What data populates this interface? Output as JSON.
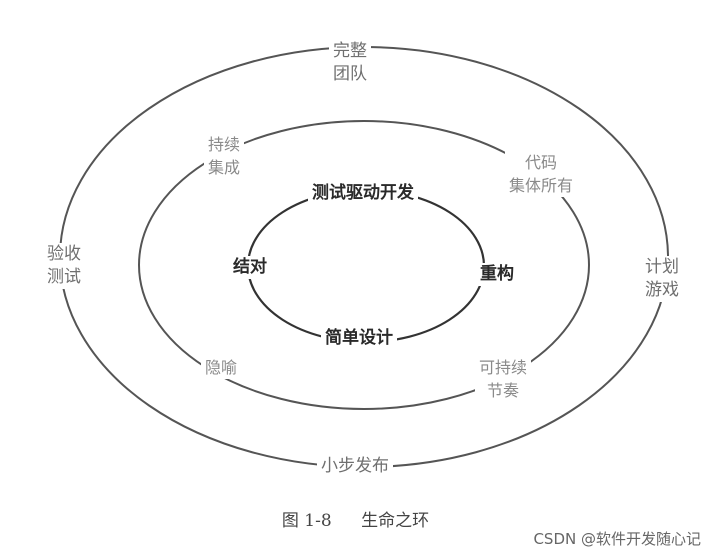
{
  "diagram": {
    "outer_ring": {
      "top": [
        "完整",
        "团队"
      ],
      "right": [
        "计划",
        "游戏"
      ],
      "bottom": [
        "小步发布"
      ],
      "left": [
        "验收",
        "测试"
      ]
    },
    "middle_ring": {
      "top_left": [
        "持续",
        "集成"
      ],
      "top_right": [
        "代码",
        "集体所有"
      ],
      "bottom_right": [
        "可持续",
        "节奏"
      ],
      "bottom_left": [
        "隐喻"
      ]
    },
    "inner_ring": {
      "top": "测试驱动开发",
      "right": "重构",
      "bottom": "简单设计",
      "left": "结对"
    }
  },
  "caption": {
    "figure_number": "图 1-8",
    "title": "生命之环"
  },
  "watermark": "CSDN @软件开发随心记"
}
